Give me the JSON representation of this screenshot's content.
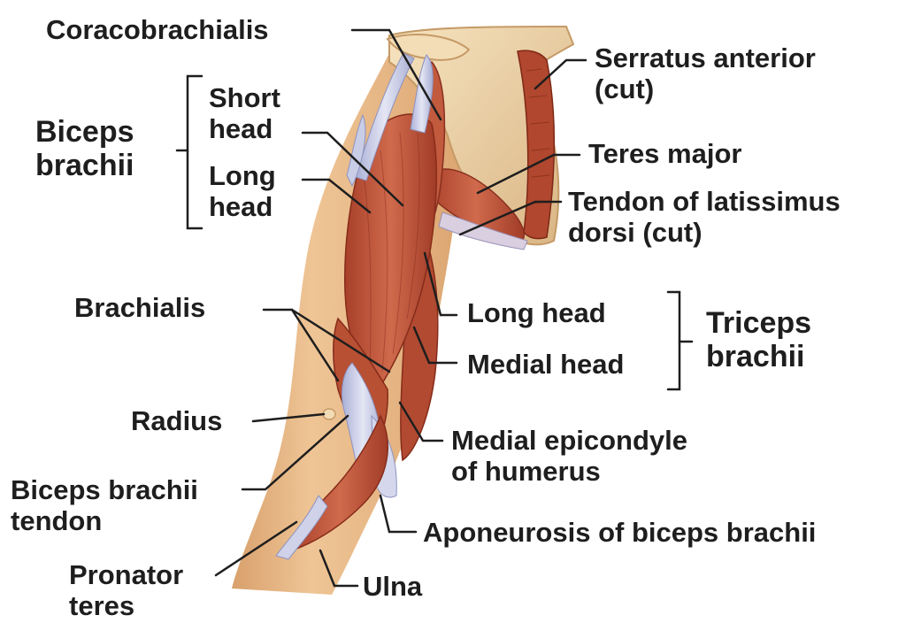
{
  "labels": {
    "coracobrachialis": "Coracobrachialis",
    "biceps_brachii": [
      "Biceps",
      "brachii"
    ],
    "short_head": [
      "Short",
      "head"
    ],
    "long_head": [
      "Long",
      "head"
    ],
    "serratus_anterior": [
      "Serratus anterior",
      "(cut)"
    ],
    "teres_major": "Teres major",
    "tendon_latissimus": [
      "Tendon of latissimus",
      "dorsi (cut)"
    ],
    "brachialis": "Brachialis",
    "triceps_long_head": "Long head",
    "triceps_medial_head": "Medial head",
    "triceps_brachii": [
      "Triceps",
      "brachii"
    ],
    "radius": "Radius",
    "medial_epicondyle": [
      "Medial epicondyle",
      "of humerus"
    ],
    "biceps_tendon": [
      "Biceps brachii",
      "tendon"
    ],
    "aponeurosis": "Aponeurosis of biceps brachii",
    "pronator_teres": [
      "Pronator",
      "teres"
    ],
    "ulna": "Ulna"
  },
  "colors": {
    "skin": "#e9b98a",
    "skin_shadow": "#d49a65",
    "bone": "#f0d8b0",
    "bone_shadow": "#d8b585",
    "muscle": "#c65a40",
    "muscle_dark": "#9c3624",
    "tendon": "#c8cde6",
    "leader": "#1e1e1e"
  }
}
